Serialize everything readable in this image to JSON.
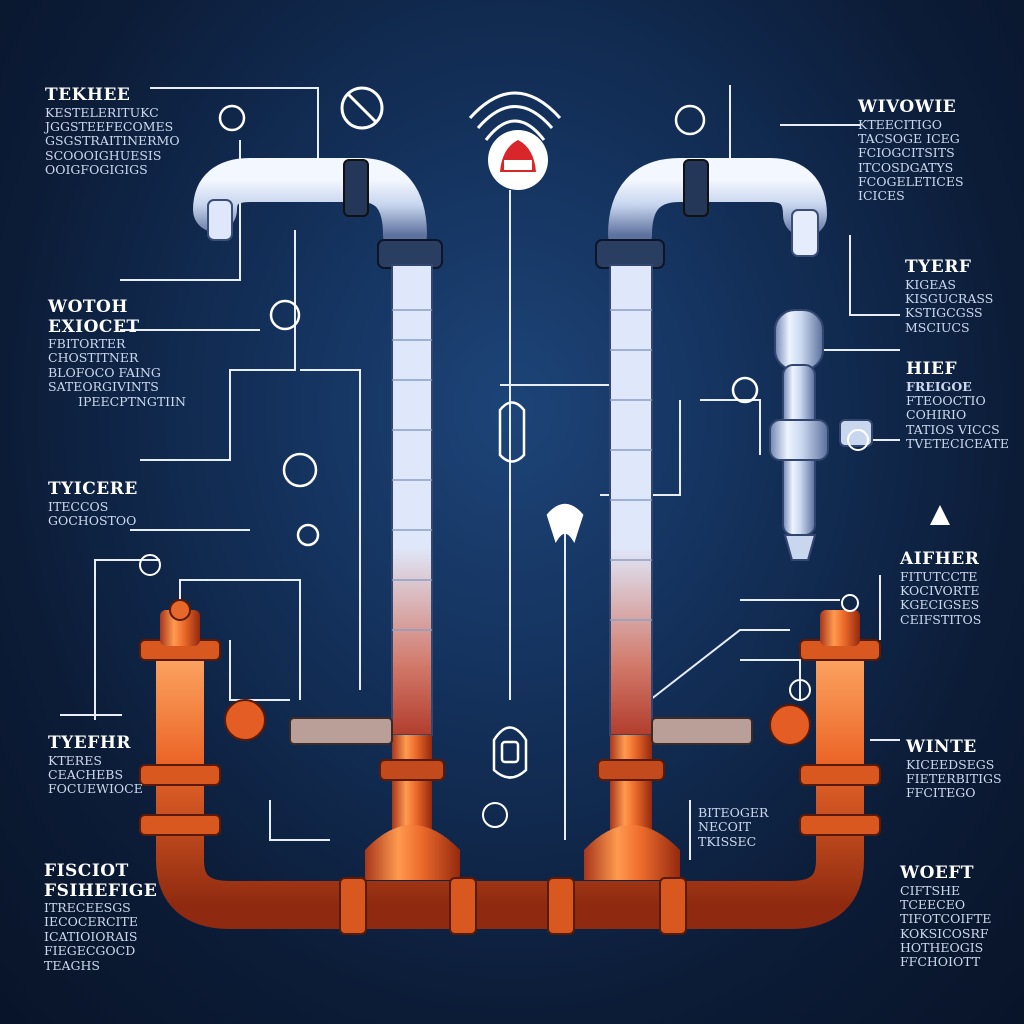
{
  "palette": {
    "background": "#0c1c37",
    "line": "#e8eefc",
    "pipe_orange": "#e8672a",
    "pipe_silver": "#c9d7ee",
    "accent_red": "#d8262b"
  },
  "icons": [
    "wifi-icon",
    "gear-icon",
    "valve-handle-icon",
    "faucet-icon",
    "gauge-icon",
    "lock-icon",
    "drop-icon"
  ],
  "labels": [
    {
      "id": "left-1",
      "heading": "TEKHEE",
      "lines": [
        "KESTELERITUKC",
        "JGGSTEEFECOMES",
        "GSGSTRAITINERMO",
        "SCOOOIGHUESIS",
        "OOIGFOGIGIGS"
      ]
    },
    {
      "id": "left-2",
      "heading": "WOTOH",
      "lines": [
        "EXIOCET",
        "FBITORTER",
        "CHOSTITNER",
        "BLOFOCO FAING",
        "SATEORGIVINTS",
        "IPEECPTNGTIIN"
      ]
    },
    {
      "id": "left-3",
      "heading": "TYICERE",
      "lines": [
        "ITECCOS",
        "GOCHOSTOO"
      ]
    },
    {
      "id": "left-4",
      "heading": "TYEFHR",
      "lines": [
        "KTERES",
        "CEACHEBS",
        "FOCUEWIOCE"
      ]
    },
    {
      "id": "left-5",
      "heading": "FISCIOT",
      "lines": [
        "FSIHEFIGE",
        "ITRECEESGS",
        "IECOCERCITE",
        "ICATIOIORAIS",
        "FIEGECGOCD",
        "TEAGHS"
      ]
    },
    {
      "id": "right-1",
      "heading": "WIVOWIE",
      "lines": [
        "KTEECITIGO",
        "TACSOGE ICEG",
        "FCIOGCITSITS",
        "ITCOSDGATYS",
        "FCOGELETICES",
        "ICICES"
      ]
    },
    {
      "id": "right-2",
      "heading": "TYERF",
      "lines": [
        "KIGEAS",
        "KISGUCRASS",
        "KSTIGCGSS",
        "MSCIUCS"
      ]
    },
    {
      "id": "right-3",
      "heading": "HIEF",
      "lines": [
        "FREIGOE",
        "FTEOOCTIO",
        "COHIRIO",
        "TATIOS VICCS",
        "TVETECICEATE"
      ]
    },
    {
      "id": "right-4",
      "heading": "AIFHER",
      "lines": [
        "FITUTCCTE",
        "KOCIVORTE",
        "KGECIGSES",
        "CEIFSTITOS"
      ]
    },
    {
      "id": "right-5",
      "heading": "WINTE",
      "lines": [
        "KICEEDSEGS",
        "FIETERBITIGS",
        "FFCITEGO"
      ]
    },
    {
      "id": "right-6",
      "heading": "BITEOGER",
      "lines": [
        "NECOIT",
        "TKISSEC"
      ]
    },
    {
      "id": "right-7",
      "heading": "WOEFT",
      "lines": [
        "CIFTSHE",
        "TCEECEO",
        "TIFOTCOIFTE",
        "KOKSICOSRF",
        "HOTHEOGIS",
        "FFCHOIOTT"
      ]
    }
  ]
}
